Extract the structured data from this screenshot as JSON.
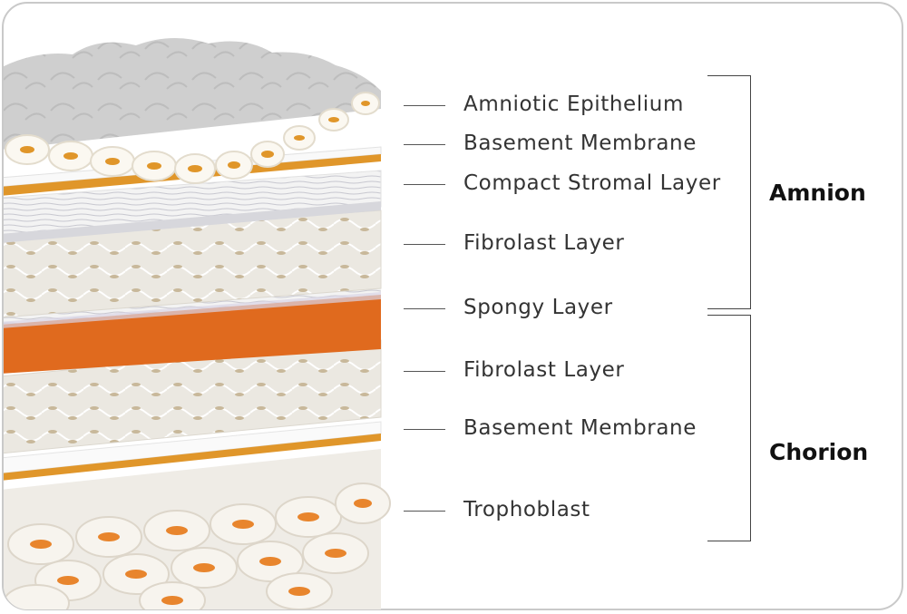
{
  "layers": [
    {
      "label": "Amniotic Epithelium"
    },
    {
      "label": "Basement Membrane"
    },
    {
      "label": "Compact Stromal Layer"
    },
    {
      "label": "Fibrolast Layer"
    },
    {
      "label": "Spongy Layer"
    },
    {
      "label": "Fibrolast Layer"
    },
    {
      "label": "Basement Membrane"
    },
    {
      "label": "Trophoblast"
    }
  ],
  "groups": {
    "amnion": "Amnion",
    "chorion": "Chorion"
  },
  "colors": {
    "orange_layer": "#e06a1e",
    "membrane_line": "#e0962a",
    "cell_grey": "#c9c9c9",
    "stroma": "#ece9e2"
  }
}
